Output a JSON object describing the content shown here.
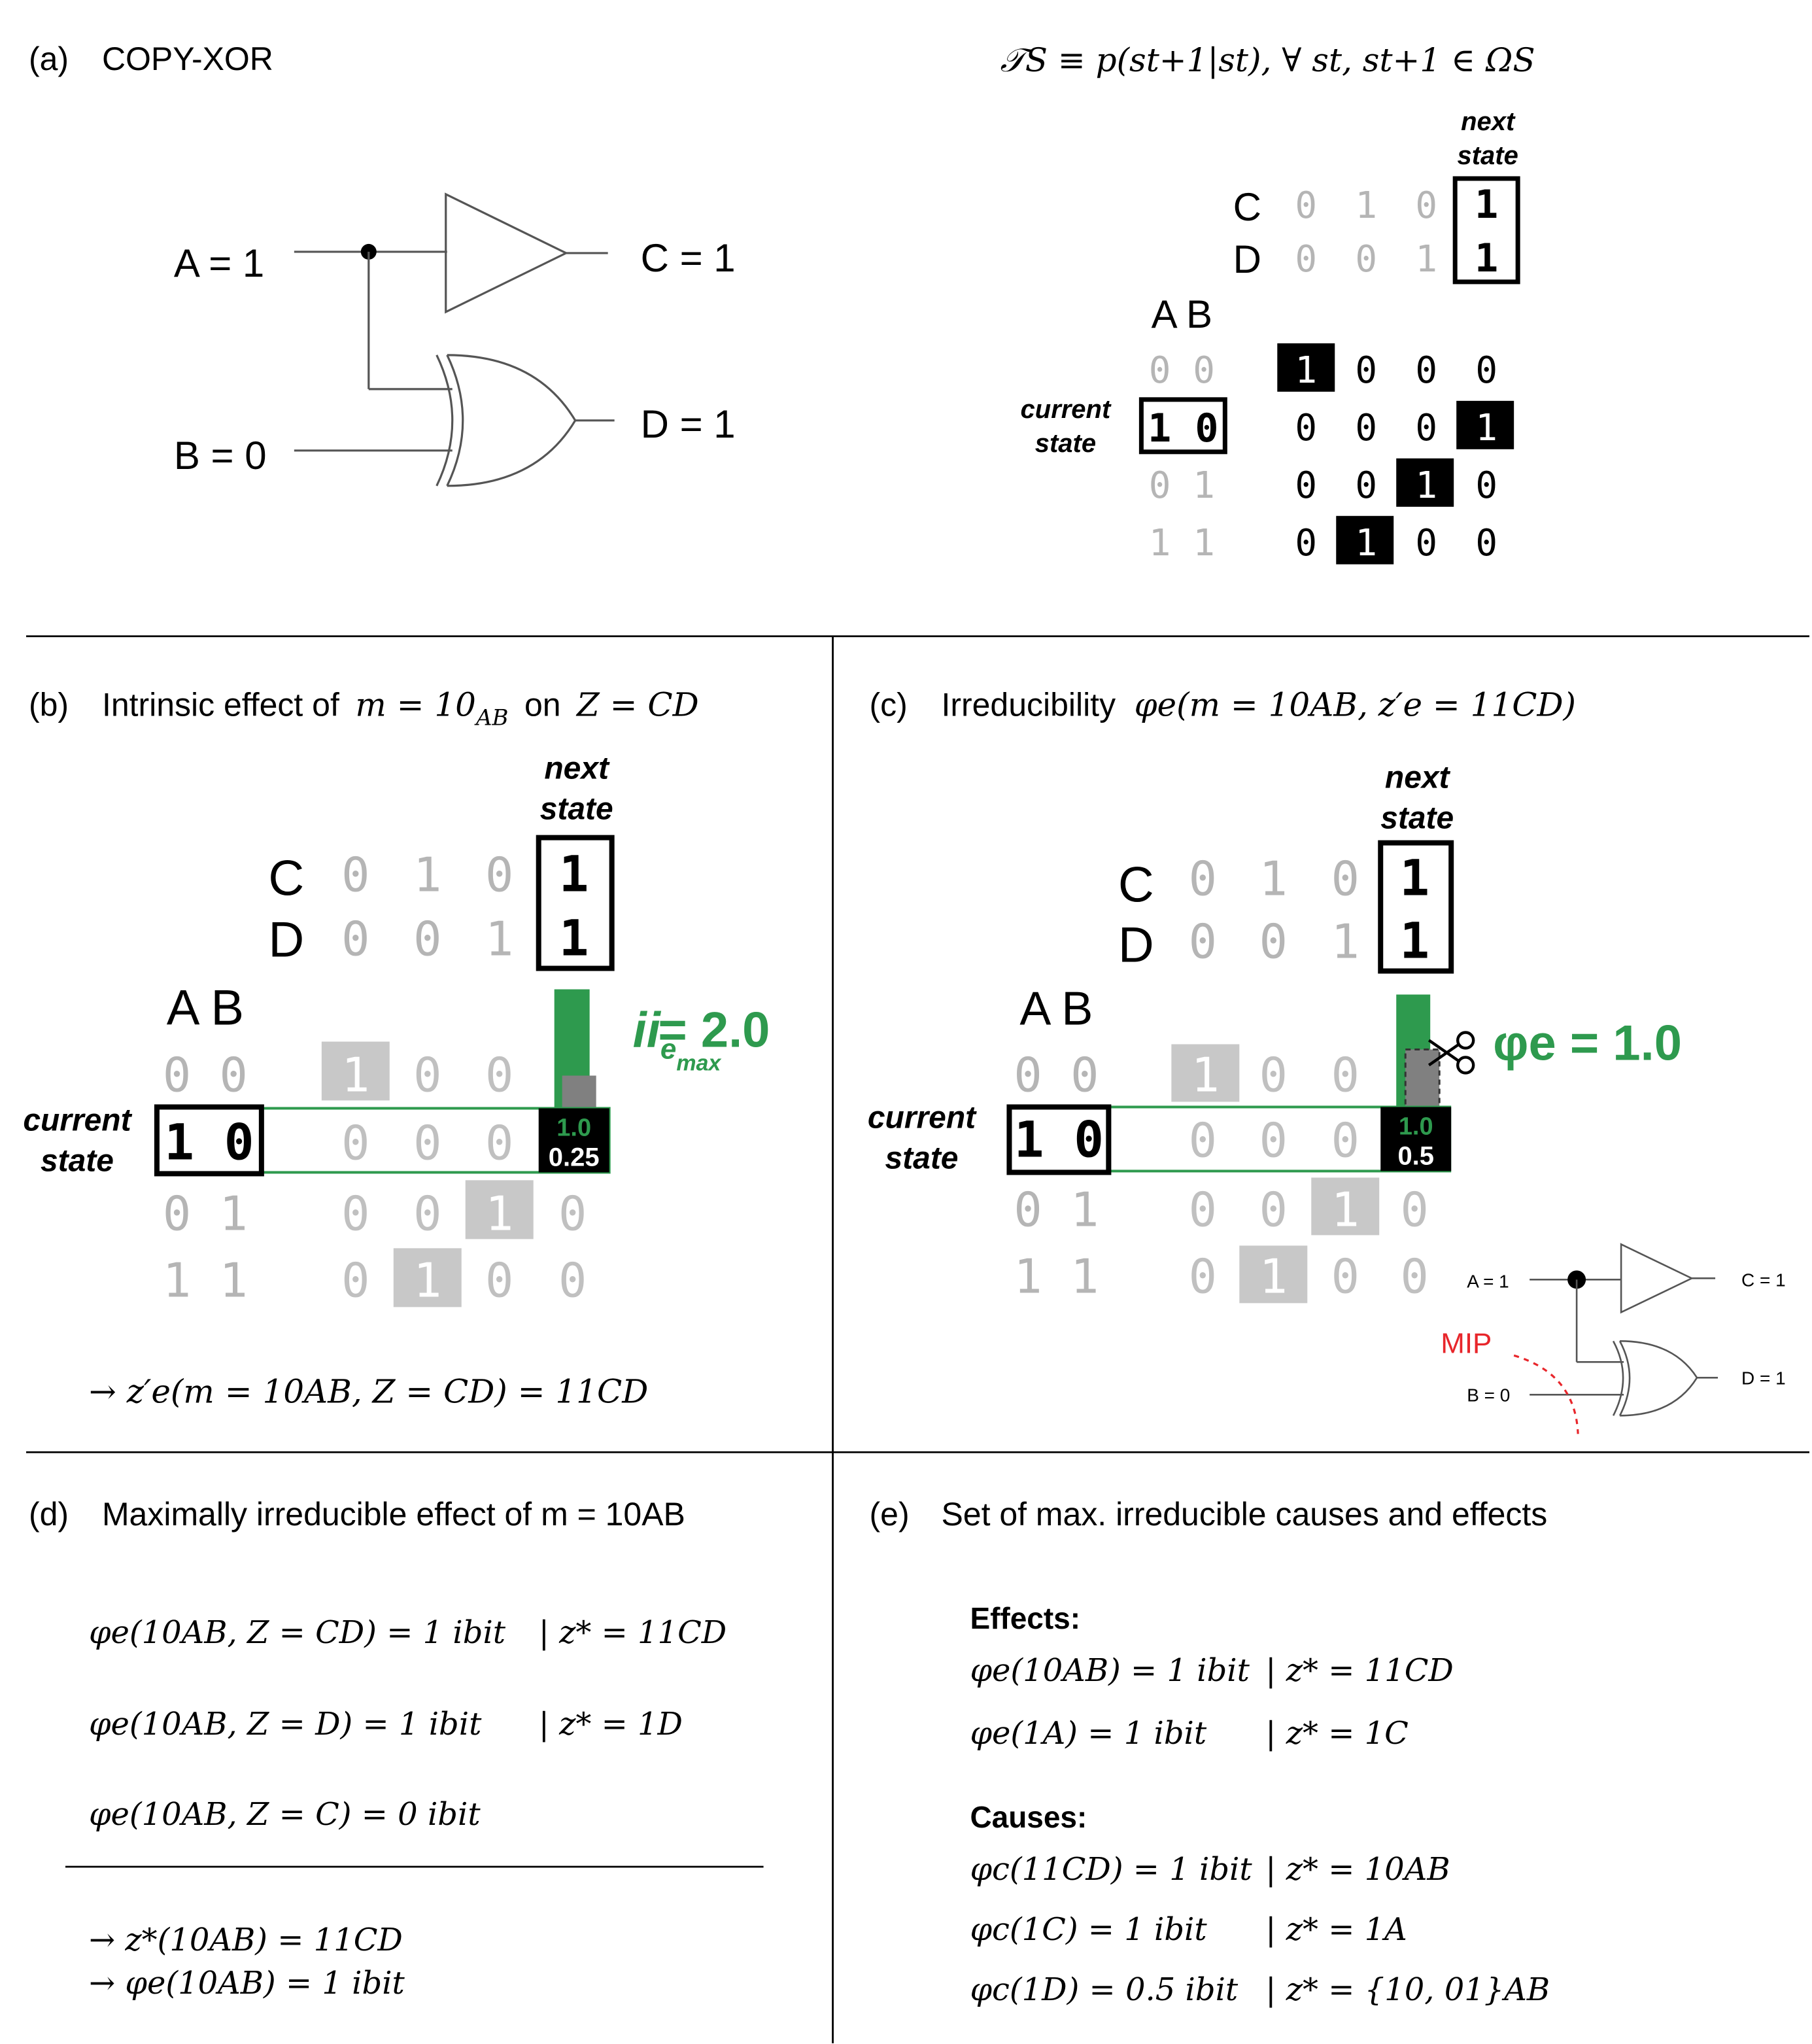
{
  "panel_a": {
    "label": "(a)",
    "title": "COPY-XOR",
    "formula": "𝒯S ≡ p(st+1|st), ∀ st, st+1 ∈ ΩS",
    "inputs": {
      "a": "A = 1",
      "b": "B = 0"
    },
    "outputs": {
      "c": "C = 1",
      "d": "D = 1"
    }
  },
  "tpm": {
    "next_state_label": [
      "next",
      "state"
    ],
    "current_state_label": [
      "current",
      "state"
    ],
    "row_header": "A B",
    "col_vars": [
      "C",
      "D"
    ],
    "col_c": [
      "0",
      "1",
      "0",
      "1"
    ],
    "col_d": [
      "0",
      "0",
      "1",
      "1"
    ],
    "row_states": [
      "0 0",
      "1 0",
      "0 1",
      "1 1"
    ],
    "matrix": [
      [
        "1",
        "0",
        "0",
        "0"
      ],
      [
        "0",
        "0",
        "0",
        "1"
      ],
      [
        "0",
        "0",
        "1",
        "0"
      ],
      [
        "0",
        "1",
        "0",
        "0"
      ]
    ]
  },
  "panel_b": {
    "label": "(b)",
    "title_prefix": "Intrinsic effect of",
    "title_m": "m = 10",
    "title_m_sub": "AB",
    "title_on": "on",
    "title_z": "Z = CD",
    "ii_label": "ii",
    "ii_sub": "e",
    "ii_subsub": "max",
    "ii_value": "= 2.0",
    "bar_top": "1.0",
    "bar_bottom": "0.25",
    "result": "→ z′e(m = 10AB, Z = CD) = 11CD"
  },
  "panel_c": {
    "label": "(c)",
    "title_prefix": "Irreducibility",
    "title_formula": "φe(m = 10AB, z′e = 11CD)",
    "phi_value": "φe = 1.0",
    "bar_top": "1.0",
    "bar_bottom": "0.5",
    "mini_a": "A = 1",
    "mini_b": "B = 0",
    "mini_c": "C = 1",
    "mini_d": "D = 1",
    "mip": "MIP"
  },
  "panel_d": {
    "label": "(d)",
    "title": "Maximally irreducible effect of m = 10AB",
    "rows": [
      {
        "lhs": "φe(10AB, Z = CD) = 1 ibit",
        "rhs": "| z* = 11CD"
      },
      {
        "lhs": "φe(10AB, Z = D) = 1 ibit",
        "rhs": "| z* = 1D"
      },
      {
        "lhs": "φe(10AB, Z = C) = 0 ibit",
        "rhs": ""
      }
    ],
    "results": [
      "→ z*(10AB) = 11CD",
      "→ φe(10AB) = 1 ibit"
    ]
  },
  "panel_e": {
    "label": "(e)",
    "title": "Set of max. irreducible causes and effects",
    "effects_header": "Effects:",
    "effects": [
      {
        "lhs": "φe(10AB) = 1 ibit",
        "rhs": "| z* = 11CD"
      },
      {
        "lhs": "φe(1A) = 1 ibit",
        "rhs": "| z* = 1C"
      }
    ],
    "causes_header": "Causes:",
    "causes": [
      {
        "lhs": "φc(11CD) = 1 ibit",
        "rhs": "| z* = 10AB"
      },
      {
        "lhs": "φc(1C) = 1 ibit",
        "rhs": "| z* = 1A"
      },
      {
        "lhs": "φc(1D) = 0.5 ibit",
        "rhs": "| z* = {10, 01}AB"
      }
    ]
  },
  "colors": {
    "green": "#2e9a4e",
    "grey_text": "#b5b5b5",
    "grey_cell": "#c8c8c8",
    "mip": "#e8262b"
  }
}
